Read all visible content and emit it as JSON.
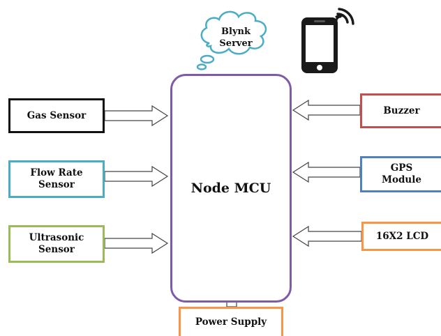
{
  "center": {
    "label": "Node MCU"
  },
  "cloud": {
    "label": "Blynk\nServer"
  },
  "inputs": [
    {
      "label": "Gas Sensor",
      "color": "#111111"
    },
    {
      "label": "Flow Rate\nSensor",
      "color": "#4bacc6"
    },
    {
      "label": "Ultrasonic\nSensor",
      "color": "#9bbb59"
    }
  ],
  "outputs": [
    {
      "label": "Buzzer",
      "color": "#c0504d"
    },
    {
      "label": "GPS\nModule",
      "color": "#4f81bd"
    },
    {
      "label": "16X2 LCD",
      "color": "#f79646"
    }
  ],
  "power": {
    "label": "Power Supply",
    "color": "#f79646"
  },
  "icons": {
    "cloud": "cloud-icon",
    "phone": "smartphone-icon",
    "signal": "wifi-signal-icon"
  }
}
